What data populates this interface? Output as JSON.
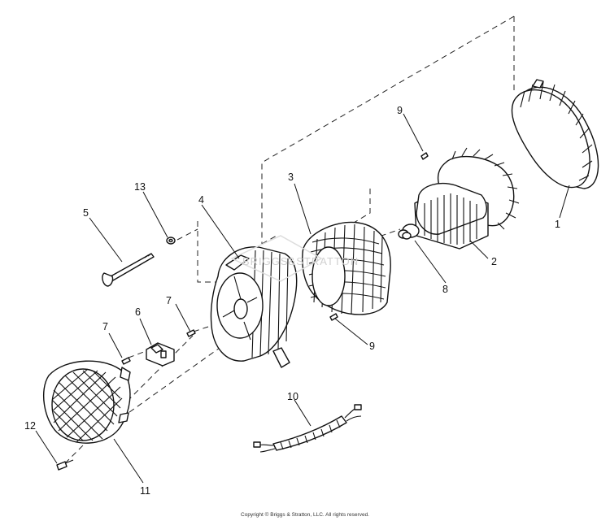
{
  "callouts": {
    "c1": "1",
    "c2": "2",
    "c3": "3",
    "c4": "4",
    "c5": "5",
    "c6": "6",
    "c7a": "7",
    "c7b": "7",
    "c8": "8",
    "c9a": "9",
    "c9b": "9",
    "c10": "10",
    "c11": "11",
    "c12": "12",
    "c13": "13"
  },
  "watermark": "BRIGGS&STRATTON",
  "copyright": "Copyright © Briggs & Stratton, LLC. All rights reserved."
}
